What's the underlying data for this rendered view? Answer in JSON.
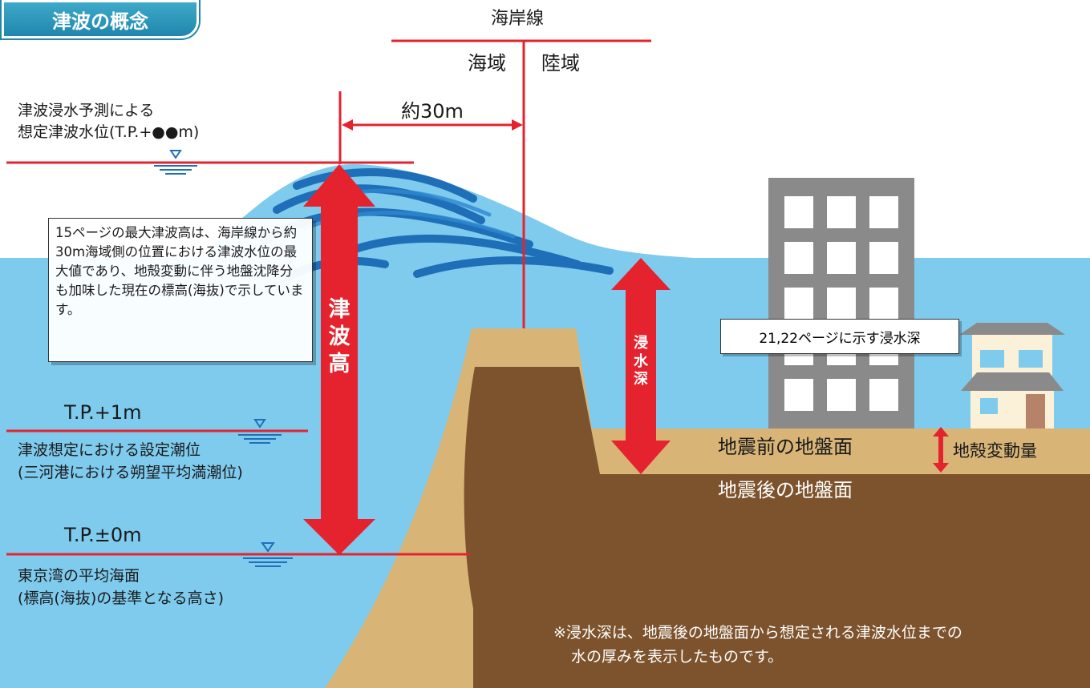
{
  "title": "津波の概念",
  "coastline": {
    "label": "海岸線",
    "sea_side": "海域",
    "land_side": "陸域"
  },
  "distance_label": "約30m",
  "predicted_level": {
    "line1": "津波浸水予測による",
    "line2": "想定津波水位(T.P.+●●m)"
  },
  "note_box": "15ページの最大津波高は、海岸線から約30m海域側の位置における津波水位の最大値であり、地殻変動に伴う地盤沈降分も加味した現在の標高(海抜)で示しています。",
  "tsunami_height": {
    "c1": "津",
    "c2": "波",
    "c3": "高"
  },
  "inundation_depth": {
    "c1": "浸",
    "c2": "水",
    "c3": "深"
  },
  "inundation_callout": "21,22ページに示す浸水深",
  "tide_level": {
    "value": "T.P.+1m",
    "line1": "津波想定における設定潮位",
    "line2": "(三河港における朔望平均満潮位)"
  },
  "mean_sea_level": {
    "value": "T.P.±0m",
    "line1": "東京湾の平均海面",
    "line2": "(標高(海抜)の基準となる高さ)"
  },
  "ground_before": "地震前の地盤面",
  "ground_after": "地震後の地盤面",
  "crustal_change": "地殻変動量",
  "footnote": {
    "line1": "※浸水深は、地震後の地盤面から想定される津波水位までの",
    "line2": "水の厚みを表示したものです。"
  },
  "colors": {
    "sea": "#7ecbee",
    "wave": "#1f6fb8",
    "red": "#e5232f",
    "ground_light": "#d8b577",
    "ground_dark": "#7c532c",
    "building": "#8a8a8a",
    "title_blue": "#2596be"
  }
}
